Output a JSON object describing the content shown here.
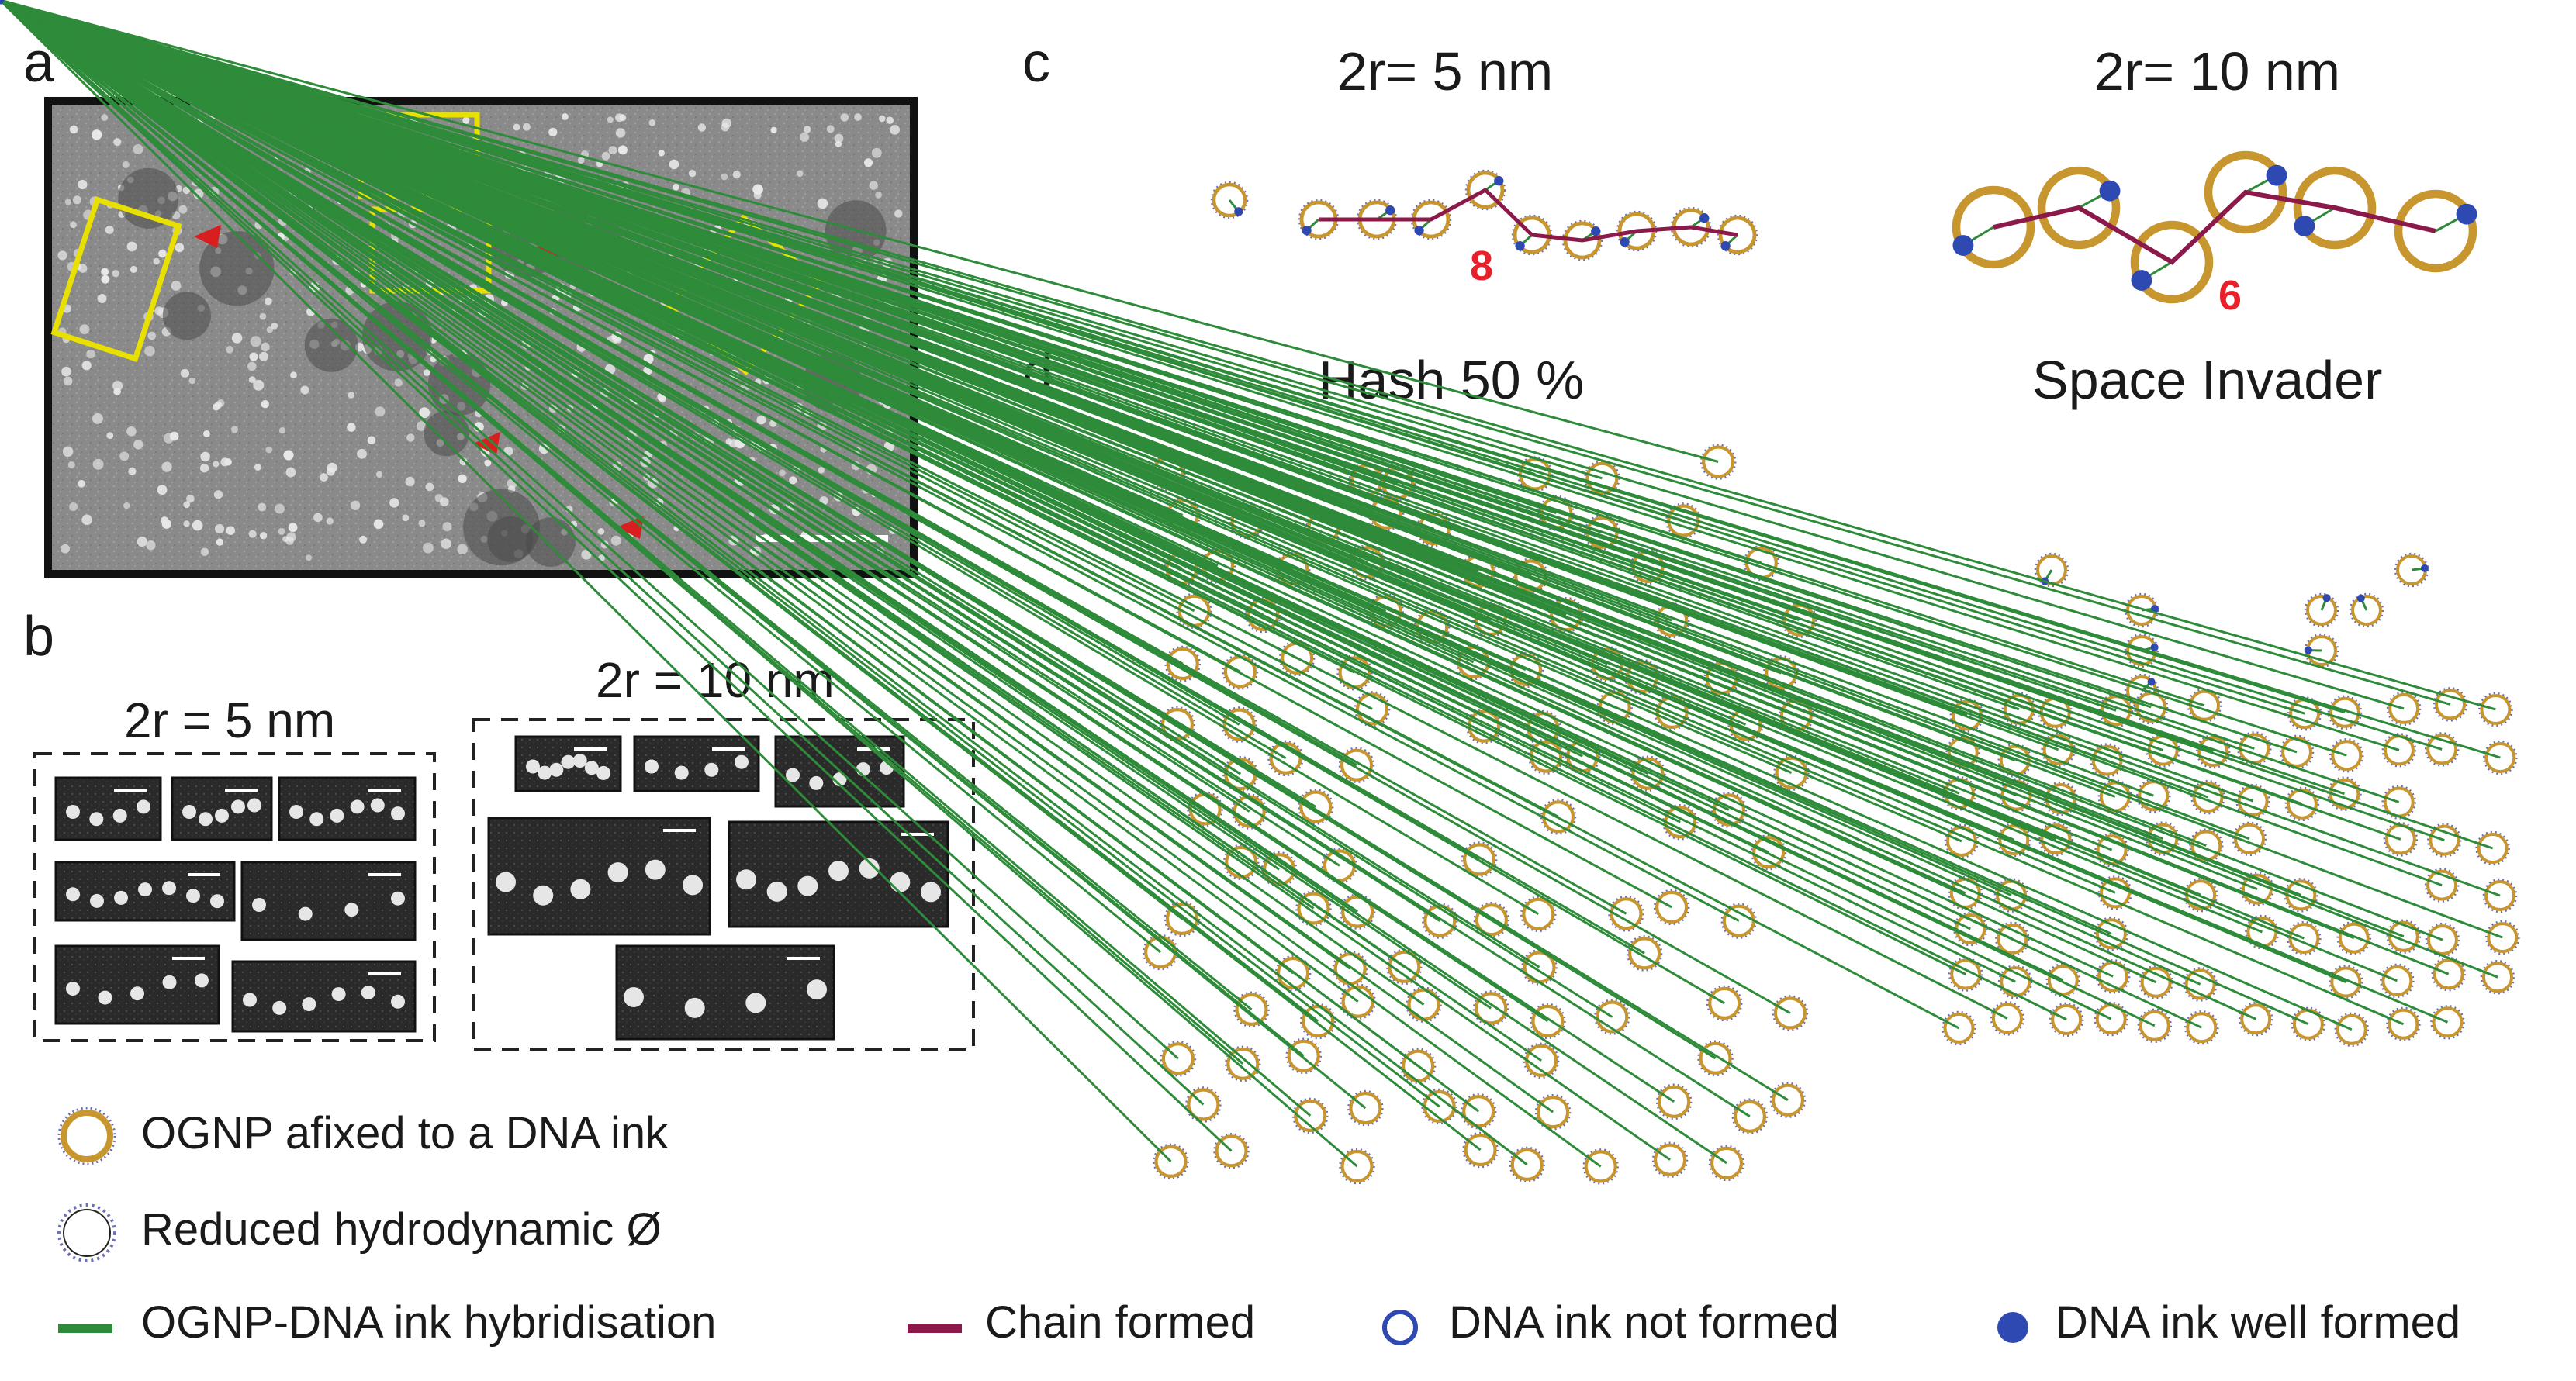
{
  "panels": {
    "a": {
      "label": "a"
    },
    "b": {
      "label": "b",
      "left_title": "2r = 5 nm",
      "right_title": "2r = 10 nm"
    },
    "c": {
      "label": "c",
      "left_title": "2r= 5 nm",
      "right_title": "2r= 10 nm",
      "left_count": "8",
      "right_count": "6"
    },
    "d": {
      "label": "d",
      "left_title": "Hash 50 %",
      "right_title": "Space Invader"
    }
  },
  "legend": {
    "ognp": "OGNP afixed to a DNA ink",
    "reduced": "Reduced hydrodynamic Ø",
    "hybridisation": "OGNP-DNA ink hybridisation",
    "chain": "Chain formed",
    "not_formed": "DNA ink not formed",
    "well_formed": "DNA ink well formed"
  },
  "colors": {
    "gold": "#c8962e",
    "ring_dots": "#6b6fb8",
    "hybrid_green": "#2e8b3a",
    "chain_maroon": "#8b1a4a",
    "dna_blue": "#2f49b3",
    "count_red": "#e8202a",
    "box_yellow": "#e8e000",
    "arrow_red": "#d81e1e"
  }
}
